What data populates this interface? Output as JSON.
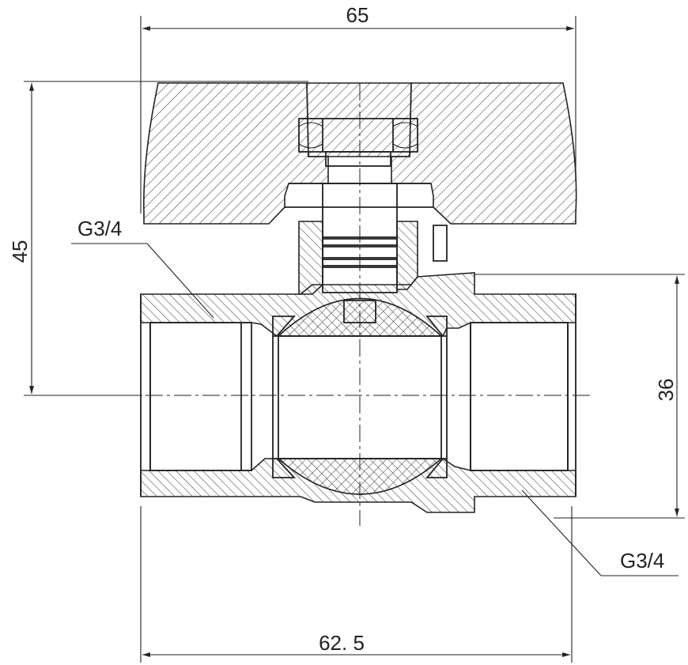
{
  "dimensions": {
    "overall_width": "65",
    "overall_height": "45",
    "body_height": "36",
    "body_length": "62. 5"
  },
  "thread_labels": {
    "left": "G3/4",
    "right": "G3/4"
  }
}
